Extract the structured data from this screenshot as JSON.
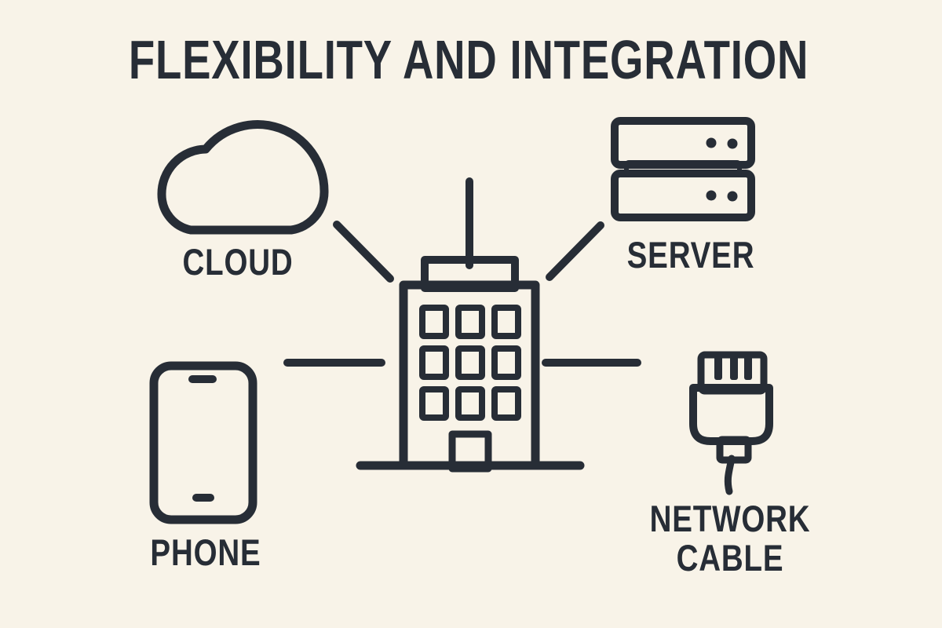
{
  "title": "FLEXIBILITY AND INTEGRATION",
  "center": {
    "name": "building"
  },
  "nodes": {
    "cloud": {
      "label": "CLOUD"
    },
    "server": {
      "label": "SERVER"
    },
    "phone": {
      "label": "PHONE"
    },
    "network_cable": {
      "label_line1": "NETWORK",
      "label_line2": "CABLE"
    }
  },
  "colors": {
    "background": "#f8f3e8",
    "outline": "#272d36",
    "cloud_blue": "#84c1d3",
    "phone_blue": "#8bc5d6",
    "cable_blue": "#2b7da3",
    "server_strip_blue": "#a7d4e2",
    "server_cream": "#f3ead0",
    "connector_cream": "#f6ecd2",
    "building_cream": "#f1e6c2",
    "window_teal": "#79a7ae",
    "door_teal": "#6095a6"
  }
}
